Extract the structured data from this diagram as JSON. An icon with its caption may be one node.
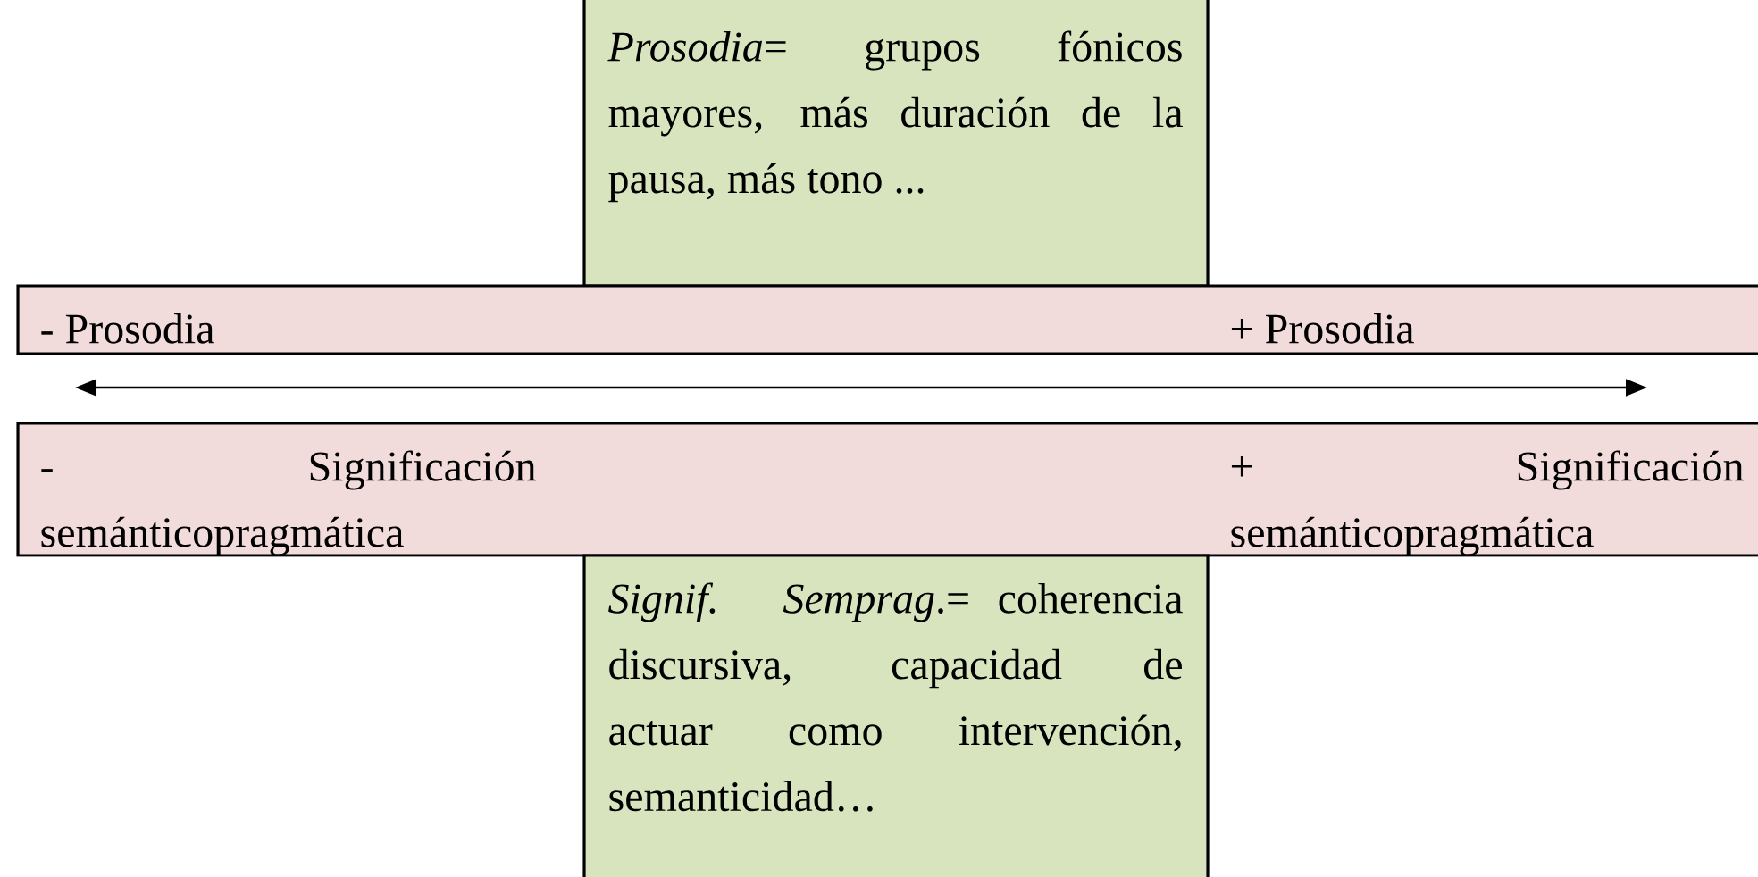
{
  "diagram": {
    "nodes": [
      {
        "text": [
          "*Prosodia*= grupos fónicos mayores, más duración de la pausa, más tono ..."
        ]
      },
      {
        "text": [
          "- Prosodia",
          "+ Prosodia"
        ]
      },
      {
        "text": [
          "- Significación semánticopragmática",
          "+ Significación semánticopragmática"
        ]
      },
      {
        "text": [
          "*Signif.* *Semprag*.= coherencia discursiva, capacidad de actuar como intervención, semanticidad…"
        ]
      }
    ],
    "edges": []
  }
}
